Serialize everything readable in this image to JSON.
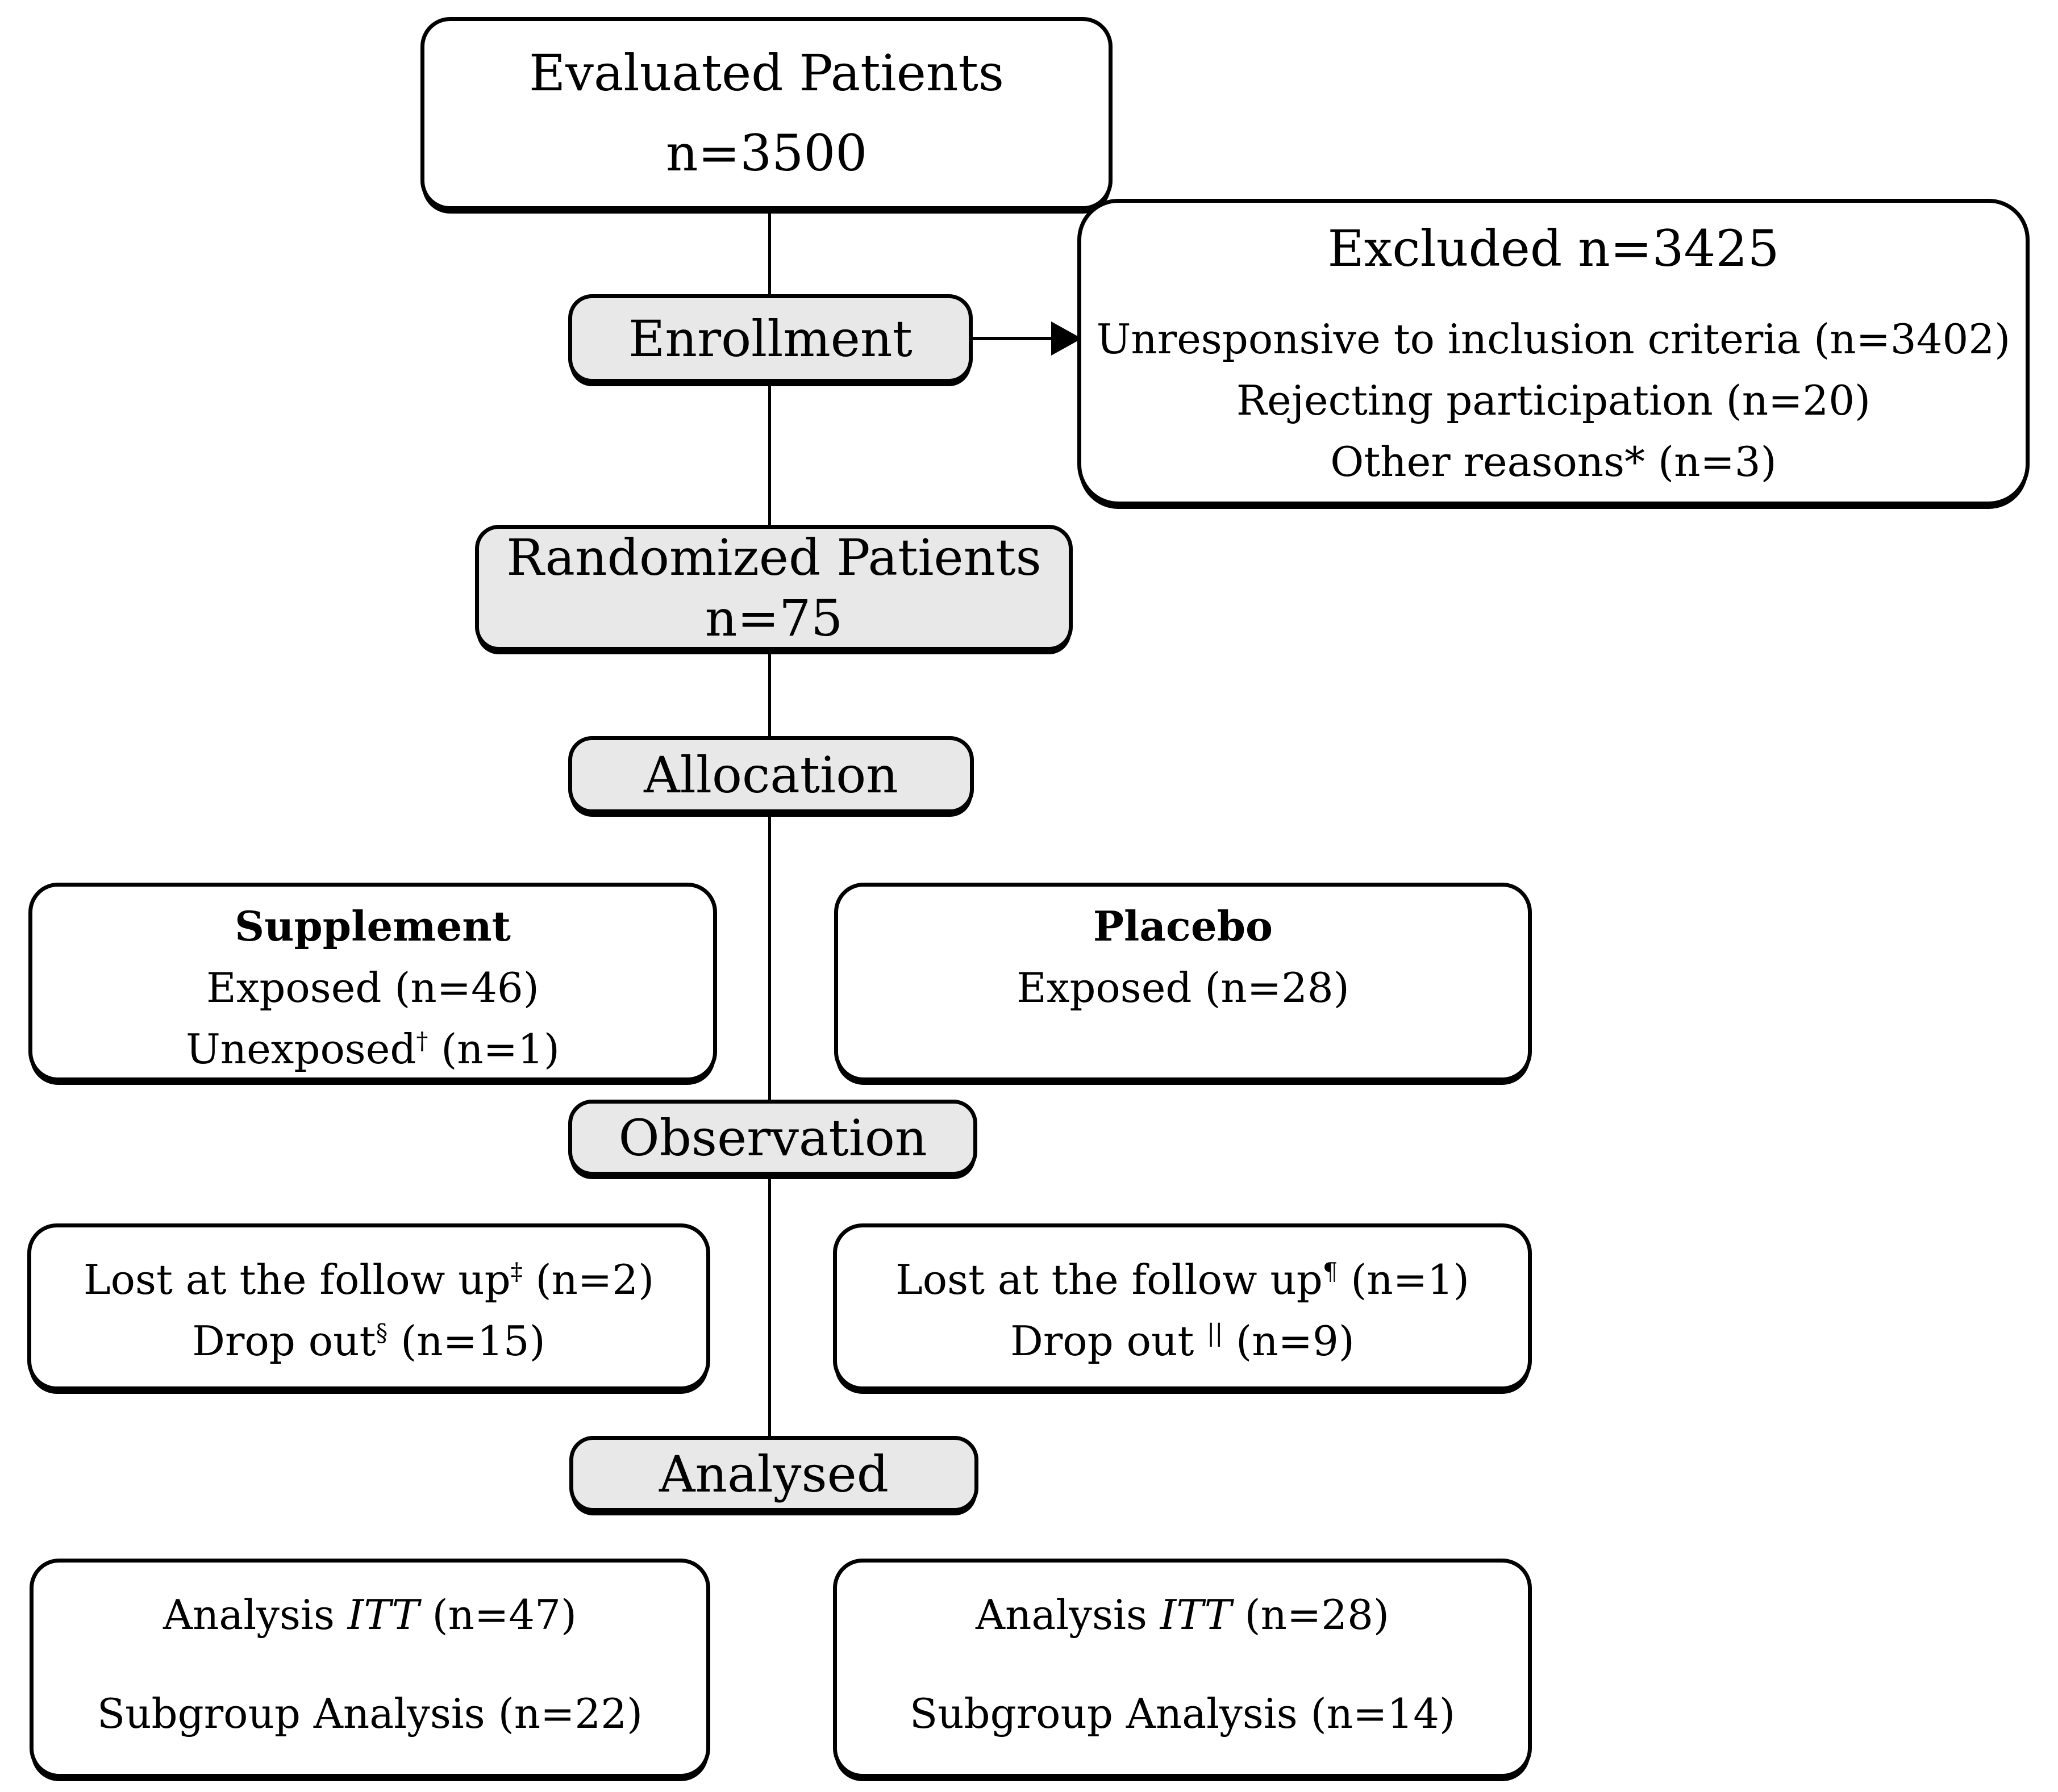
{
  "colors": {
    "background": "#ffffff",
    "box_fill": "#ffffff",
    "stage_fill": "#e8e8e8",
    "border": "#000000"
  },
  "flow": {
    "evaluated": {
      "title": "Evaluated Patients",
      "count": "n=3500"
    },
    "enrollment_label": "Enrollment",
    "excluded": {
      "title": "Excluded n=3425",
      "reason1": "Unresponsive to inclusion criteria (n=3402)",
      "reason2": "Rejecting participation (n=20)",
      "reason3": "Other reasons* (n=3)"
    },
    "randomized": {
      "title": "Randomized Patients",
      "count": "n=75"
    },
    "allocation_label": "Allocation",
    "supplement": {
      "title": "Supplement",
      "exposed": "Exposed (n=46)",
      "unexposed_pre": "Unexposed",
      "unexposed_sup": "†",
      "unexposed_post": " (n=1)"
    },
    "placebo": {
      "title": "Placebo",
      "exposed": "Exposed (n=28)"
    },
    "observation_label": "Observation",
    "lost_supplement": {
      "line1_pre": "Lost at the follow up",
      "line1_sup": "‡",
      "line1_post": " (n=2)",
      "line2_pre": "Drop out",
      "line2_sup": "§",
      "line2_post": " (n=15)"
    },
    "lost_placebo": {
      "line1_pre": "Lost at the follow up",
      "line1_sup": "¶",
      "line1_post": " (n=1)",
      "line2_pre": "Drop out ",
      "line2_sup": "||",
      "line2_post": " (n=9)"
    },
    "analysed_label": "Analysed",
    "analysis_supplement": {
      "itt_pre": "Analysis ",
      "itt_word": "ITT",
      "itt_post": " (n=47)",
      "subgroup": "Subgroup Analysis (n=22)"
    },
    "analysis_placebo": {
      "itt_pre": "Analysis ",
      "itt_word": "ITT",
      "itt_post": " (n=28)",
      "subgroup": "Subgroup Analysis (n=14)"
    }
  }
}
